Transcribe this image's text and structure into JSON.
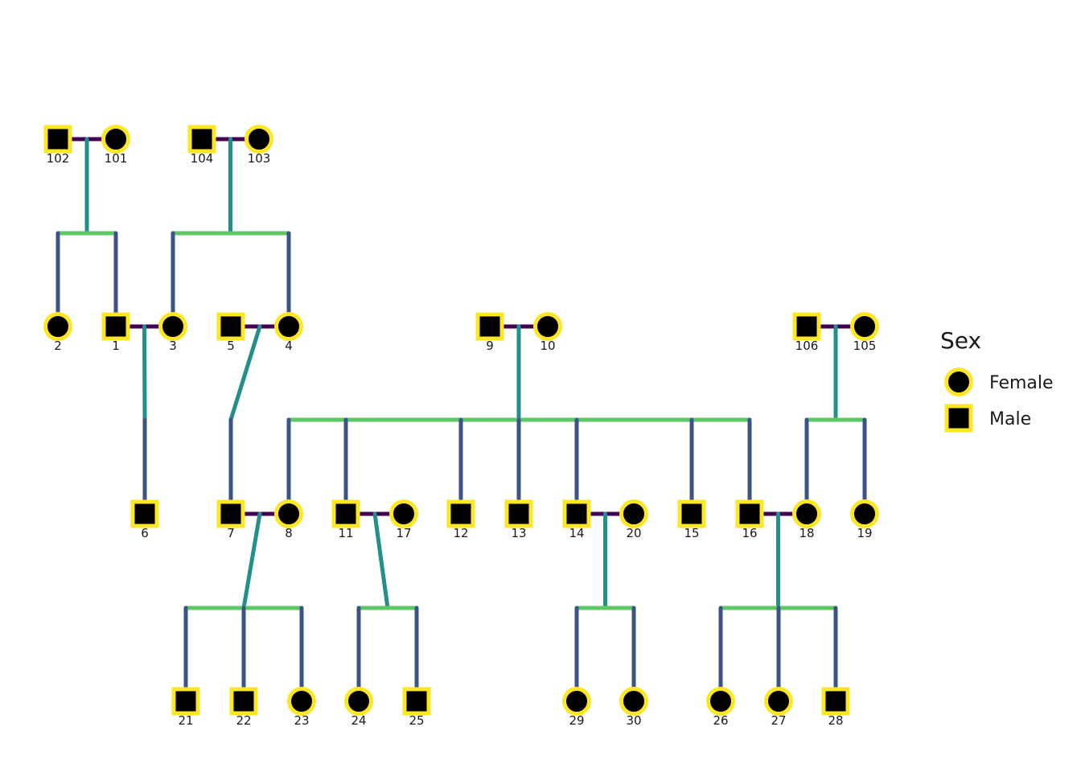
{
  "colors": {
    "mating_line": "#440154",
    "descent_line": "#21908C",
    "sibship_line": "#5DC863",
    "child_line": "#3B528B",
    "symbol_fill": "#000000",
    "symbol_border": "#FDE725"
  },
  "legend": {
    "title": "Sex",
    "items": [
      {
        "label": "Female",
        "sex": "female"
      },
      {
        "label": "Male",
        "sex": "male"
      }
    ]
  },
  "individuals": [
    {
      "id": "102",
      "sex": "male"
    },
    {
      "id": "101",
      "sex": "female"
    },
    {
      "id": "104",
      "sex": "male"
    },
    {
      "id": "103",
      "sex": "female"
    },
    {
      "id": "2",
      "sex": "female"
    },
    {
      "id": "1",
      "sex": "male"
    },
    {
      "id": "3",
      "sex": "female"
    },
    {
      "id": "5",
      "sex": "male"
    },
    {
      "id": "4",
      "sex": "female"
    },
    {
      "id": "9",
      "sex": "male"
    },
    {
      "id": "10",
      "sex": "female"
    },
    {
      "id": "106",
      "sex": "male"
    },
    {
      "id": "105",
      "sex": "female"
    },
    {
      "id": "6",
      "sex": "male"
    },
    {
      "id": "7",
      "sex": "male"
    },
    {
      "id": "8",
      "sex": "female"
    },
    {
      "id": "11",
      "sex": "male"
    },
    {
      "id": "17",
      "sex": "female"
    },
    {
      "id": "12",
      "sex": "male"
    },
    {
      "id": "13",
      "sex": "male"
    },
    {
      "id": "14",
      "sex": "male"
    },
    {
      "id": "20",
      "sex": "female"
    },
    {
      "id": "15",
      "sex": "male"
    },
    {
      "id": "16",
      "sex": "male"
    },
    {
      "id": "18",
      "sex": "female"
    },
    {
      "id": "19",
      "sex": "female"
    },
    {
      "id": "21",
      "sex": "male"
    },
    {
      "id": "22",
      "sex": "male"
    },
    {
      "id": "23",
      "sex": "female"
    },
    {
      "id": "24",
      "sex": "female"
    },
    {
      "id": "25",
      "sex": "male"
    },
    {
      "id": "29",
      "sex": "female"
    },
    {
      "id": "30",
      "sex": "female"
    },
    {
      "id": "26",
      "sex": "female"
    },
    {
      "id": "27",
      "sex": "female"
    },
    {
      "id": "28",
      "sex": "male"
    }
  ],
  "families": [
    {
      "father": "102",
      "mother": "101",
      "children": [
        "2",
        "1"
      ]
    },
    {
      "father": "104",
      "mother": "103",
      "children": [
        "3",
        "4"
      ]
    },
    {
      "father": "1",
      "mother": "3",
      "children": [
        "6"
      ]
    },
    {
      "father": "5",
      "mother": "4",
      "children": [
        "7"
      ]
    },
    {
      "father": "9",
      "mother": "10",
      "children": [
        "8",
        "11",
        "12",
        "13",
        "14",
        "15",
        "16"
      ]
    },
    {
      "father": "106",
      "mother": "105",
      "children": [
        "18",
        "19"
      ]
    },
    {
      "father": "7",
      "mother": "8",
      "children": [
        "21",
        "22",
        "23"
      ]
    },
    {
      "father": "11",
      "mother": "17",
      "children": [
        "24",
        "25"
      ]
    },
    {
      "father": "14",
      "mother": "20",
      "children": [
        "29",
        "30"
      ]
    },
    {
      "father": "16",
      "mother": "18",
      "children": [
        "26",
        "27",
        "28"
      ]
    }
  ]
}
